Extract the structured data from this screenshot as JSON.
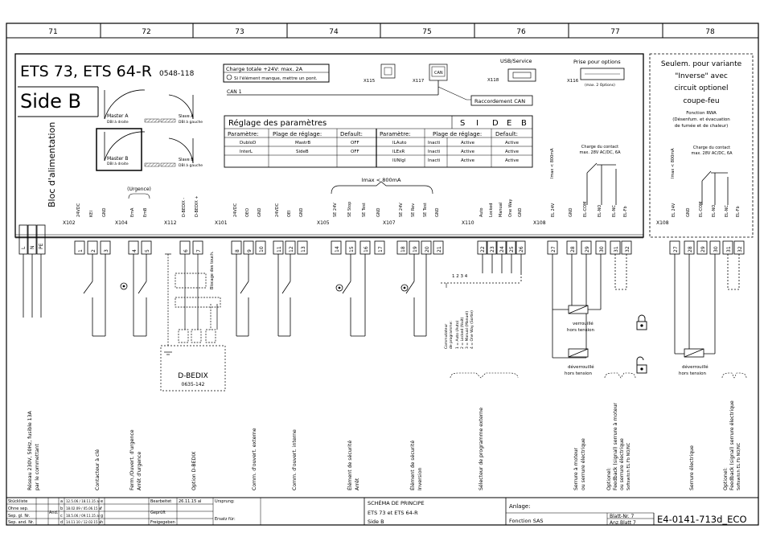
{
  "columns": [
    "71",
    "72",
    "73",
    "74",
    "75",
    "76",
    "77",
    "78"
  ],
  "header": {
    "title": "ETS 73, ETS 64-R",
    "code": "0548-118",
    "side": "Side B",
    "psu_label": "Bloc d'alimentation",
    "charge_line1": "Charge totale +24V: max. 2A",
    "charge_line2": "Si l'élément manque, mettre un pont.",
    "master_a": "Master A",
    "master_a_sub": "DBI à droite",
    "slave_a": "Slave A",
    "slave_a_sub": "DBI à gauche",
    "master_b": "Master B",
    "master_b_sub": "DBI à droite",
    "slave_b": "Slave B",
    "slave_b_sub": "DBI à gauche",
    "x115": "X115",
    "x117": "X117",
    "can_chip": "CAN",
    "can1": "CAN 1",
    "raccordement": "Raccordement CAN",
    "usb": "USB/Service",
    "x118": "X118",
    "prise": "Prise pour options",
    "x116": "X116",
    "x116_sub": "(max. 2 Options)"
  },
  "params": {
    "title": "Réglage des paramètres",
    "side_letters": [
      "S",
      "I",
      "D",
      "E",
      "B"
    ],
    "col_headers": [
      "Paramètre:",
      "Plage de réglage:",
      "Default:",
      "Paramètre:",
      "Plage de réglage:",
      "Default:"
    ],
    "rows": [
      [
        "DubloD",
        "MastrB",
        "OFF",
        "lLAuto",
        "Inacti",
        "Active",
        "Active"
      ],
      [
        "InterL",
        "SideB",
        "OFF",
        "lLExR",
        "Inacti",
        "Active",
        "Active"
      ],
      [
        "",
        "",
        "",
        "lUNlgl",
        "Inacti",
        "Active",
        "Active"
      ]
    ]
  },
  "option_box": {
    "l1": "Seulem. pour variante",
    "l2": "\"Inverse\" avec",
    "l3": "circuit optionel",
    "l4": "coupe-feu",
    "l5": "Fonction RWA",
    "l6": "(Désenfum. et évacuation",
    "l7": "de fumée et de chaleur)",
    "charge": "Charge du contact",
    "charge2": "max. 28V AC/DC, 6A"
  },
  "contact": {
    "l1": "Charge du contact",
    "l2": "max. 28V AC/DC, 6A"
  },
  "imax": "Imax < 800mA",
  "imax_short": "Imax < 800mA",
  "urgence": "(Urgence)",
  "connectors": {
    "x102": "X102",
    "x104": "X104",
    "x112": "X112",
    "x101": "X101",
    "x105": "X105",
    "x107": "X107",
    "x110": "X110",
    "x108": "X108",
    "x108b": "X108"
  },
  "pin_labels": {
    "x102": [
      "24VDC",
      "KEI",
      "GND"
    ],
    "x104": [
      "EmA",
      "EmB"
    ],
    "x112": [
      "D-BEDIX -",
      "D-BEDIX +"
    ],
    "x101": [
      "24VDC",
      "OEO",
      "GND"
    ],
    "x101b": [
      "24VDC",
      "OEI",
      "GND"
    ],
    "x105": [
      "SE 24V",
      "SE Stop",
      "SE Test",
      "GND"
    ],
    "x107": [
      "SE 24V",
      "SE Rev",
      "SE Test",
      "GND"
    ],
    "x110": [
      "Auto",
      "Locked",
      "Manual",
      "One Way",
      "GND"
    ],
    "x108": [
      "EL 24V",
      "GND",
      "EL-COM",
      "EL-NO",
      "EL-NC",
      "EL-Fb"
    ],
    "x108b": [
      "EL 24V",
      "GND",
      "EL-COM",
      "EL-NO",
      "EL-NC",
      "EL-Fb"
    ]
  },
  "pins": {
    "psu": [
      "L",
      "N",
      "PE"
    ],
    "x102": [
      "1",
      "2",
      "3"
    ],
    "x104": [
      "4",
      "5"
    ],
    "x112": [
      "6",
      "7"
    ],
    "x101a": [
      "8",
      "9",
      "10"
    ],
    "x101b": [
      "11",
      "12",
      "13"
    ],
    "x105": [
      "14",
      "15",
      "16",
      "17"
    ],
    "x107": [
      "18",
      "19",
      "20",
      "21"
    ],
    "x110": [
      "22",
      "23",
      "24",
      "25",
      "26"
    ],
    "x108": [
      "27",
      "28",
      "29",
      "30",
      "31",
      "32"
    ],
    "x108b": [
      "27",
      "28",
      "29",
      "30",
      "31",
      "32"
    ]
  },
  "notes": {
    "blocage": "Blocage des touch.",
    "dbedix_title": "D-BEDIX",
    "dbedix_code": "0635-142",
    "selector_numbers": "1 2 3 4",
    "commutateur": [
      "Commutateur",
      "de programme:",
      "1 = Auto (Auto)",
      "2 = Locked (Nuit)",
      "3 = Manual (Manuel)",
      "4 = One Way (Sortie)"
    ],
    "verrouille": "verrouillé",
    "hors_tension": "hors tension",
    "deverrouille": "déverrouillé",
    "hors_tension2": "hors tension",
    "deverrouille2": "déverrouillé",
    "hors_tension3": "hors tension"
  },
  "bottom_labels": [
    {
      "l1": "Réseau 230V, 50Hz, fusible 13A",
      "l2": "par le commettant"
    },
    {
      "l1": "Contacteur à clé",
      "l2": ""
    },
    {
      "l1": "Ferm./Ouvert. d'urgence",
      "l2": "Arrêt d'urgence"
    },
    {
      "l1": "Option D-BEDIX",
      "l2": ""
    },
    {
      "l1": "Comm. d'ouvert. externe",
      "l2": ""
    },
    {
      "l1": "Comm. d'ouvert. interne",
      "l2": ""
    },
    {
      "l1": "Élément de sécurité",
      "l2": "Arrêt"
    },
    {
      "l1": "Élément de sécurité",
      "l2": "Inversion"
    },
    {
      "l1": "Sélecteur de programme externe",
      "l2": ""
    },
    {
      "l1": "Serrure à moteur",
      "l2": "ou serrure électrique"
    },
    {
      "l1": "Optionel:",
      "l2": "Feedback (signal) serrure à moteur",
      "l3": "ou serrure électrique",
      "l4": "Softswitch EL Fb NO/NC"
    },
    {
      "l1": "Serrure électrique",
      "l2": ""
    },
    {
      "l1": "Optionel:",
      "l2": "Feedback (signal) serrure électrique",
      "l3": "Softswitch EL Fb NO/NC"
    }
  ],
  "title_block": {
    "row_labels": [
      "Stückliste",
      "Ohne sep.",
      "Sep. gl. Nr.",
      "Sep. and. Nr."
    ],
    "and": "And.",
    "rev_letters": [
      "a",
      "b",
      "c",
      "d"
    ],
    "rev_entries": [
      "12.5.06 / 18.11.15 al",
      "18.02.09 / 05.06.15 al",
      "18.5.06 / 09.11.15 al",
      "14.11.10 / 12.02.15 al"
    ],
    "rev_letters2": [
      "e",
      "f",
      "g",
      "h"
    ],
    "bearbeitet": "Bearbeitet",
    "bearbeitet_val": "26.11.15  al",
    "geprueft": "Geprüft",
    "freigegeben": "Freigegeben",
    "ursprung": "Ursprung:",
    "ersatz": "Ersatz für:",
    "schema1": "SCHÉMA DE PRINCIPE",
    "schema2": "ETS 73 et ETS 64-R",
    "schema3": "Side B",
    "anlage": "Anlage:",
    "fonction": "Fonction SAS",
    "blatt": "Blatt-Nr. 7",
    "anz_blatt": "Anz.Blatt 7",
    "drawing_no": "E4-0141-713d_ECO"
  }
}
